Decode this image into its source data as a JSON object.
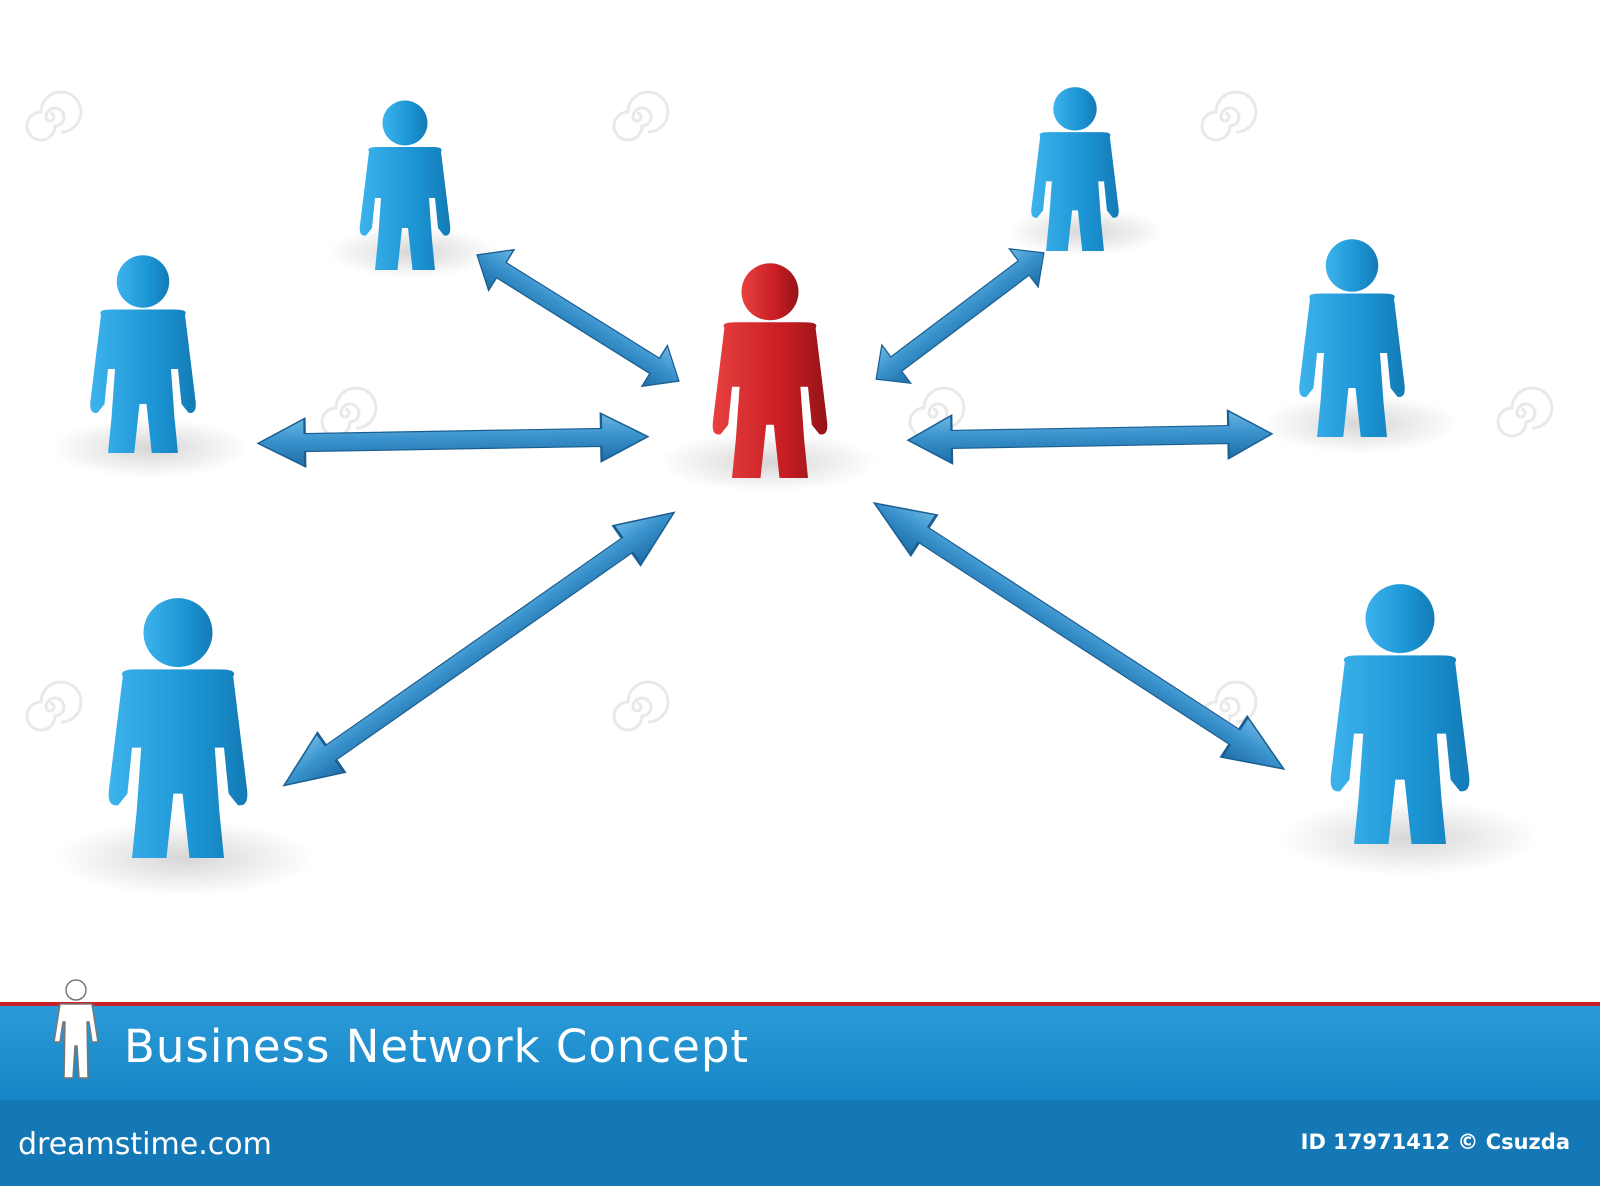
{
  "banner": {
    "title": "Business Network Concept"
  },
  "footer": {
    "brand": "dreamstime.com",
    "credit": "ID 17971412 © Csuzda"
  },
  "colors": {
    "hub_person": "#c81e24",
    "peer_person": "#1e98d6",
    "arrow": "#3a8fc9",
    "banner": "#1f8fd0",
    "banner_stripe": "#c8202a",
    "footer": "#1478b7"
  },
  "icons": {
    "hub": "red-person-icon",
    "peers": "blue-person-icon",
    "connectors": "double-arrow-icon",
    "banner_logo": "person-outline-icon",
    "watermark": "spiral-icon"
  },
  "nodes": [
    {
      "id": "hub",
      "role": "center"
    },
    {
      "id": "top-left",
      "role": "peer"
    },
    {
      "id": "top-right",
      "role": "peer"
    },
    {
      "id": "mid-left",
      "role": "peer"
    },
    {
      "id": "mid-right",
      "role": "peer"
    },
    {
      "id": "bottom-left",
      "role": "peer"
    },
    {
      "id": "bottom-right",
      "role": "peer"
    }
  ],
  "connections": [
    {
      "from": "hub",
      "to": "top-left",
      "bidirectional": true
    },
    {
      "from": "hub",
      "to": "top-right",
      "bidirectional": true
    },
    {
      "from": "hub",
      "to": "mid-left",
      "bidirectional": true
    },
    {
      "from": "hub",
      "to": "mid-right",
      "bidirectional": true
    },
    {
      "from": "hub",
      "to": "bottom-left",
      "bidirectional": true
    },
    {
      "from": "hub",
      "to": "bottom-right",
      "bidirectional": true
    }
  ]
}
